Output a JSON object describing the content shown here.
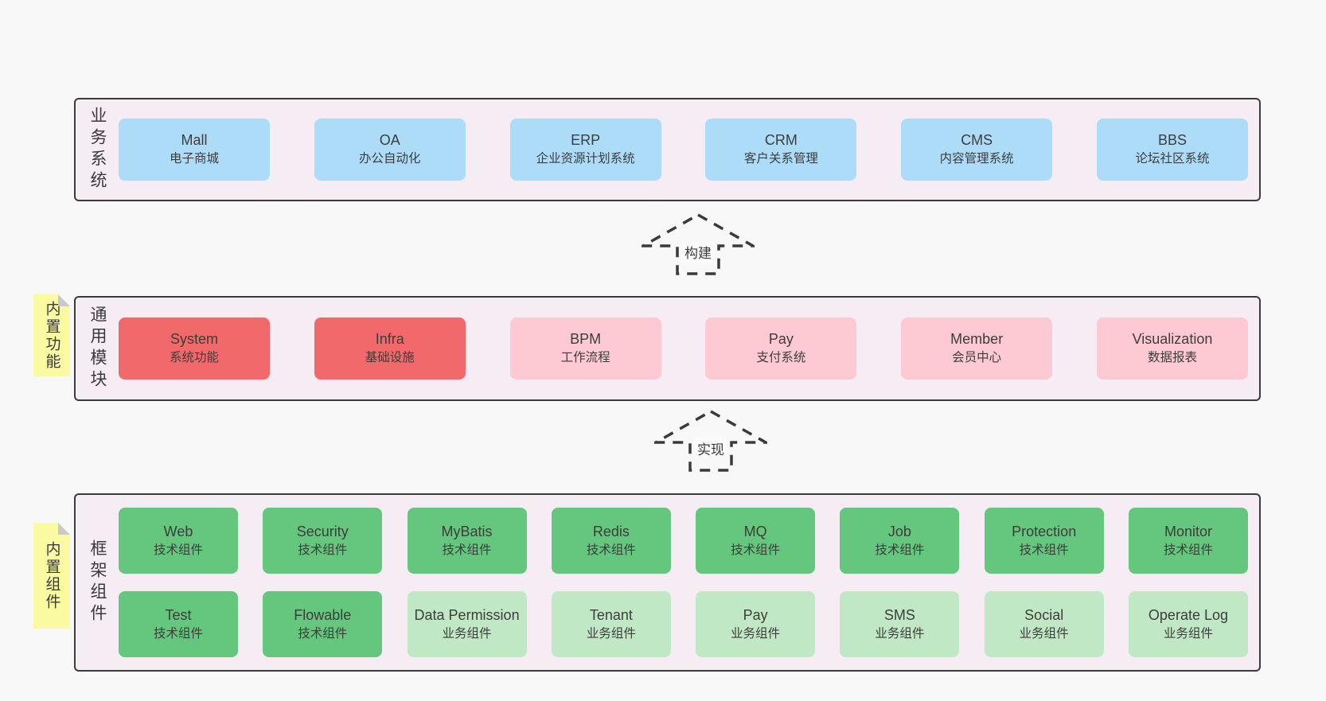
{
  "diagram": {
    "background": "#f8f8f8",
    "container_fill": "#f6ecf3",
    "container_border": "#3b3b3b"
  },
  "palette": {
    "blue": "#addcf9",
    "red": "#f1696a",
    "pink": "#fdc9d3",
    "green": "#65c67d",
    "light_green": "#c1e8c5",
    "note_yellow": "#fafaa2"
  },
  "arrows": {
    "build": {
      "label": "构建"
    },
    "implement": {
      "label": "实现"
    }
  },
  "layers": {
    "business": {
      "label": "业务系统",
      "boxes": [
        {
          "name": "Mall",
          "subtitle": "电子商城",
          "color": "blue"
        },
        {
          "name": "OA",
          "subtitle": "办公自动化",
          "color": "blue"
        },
        {
          "name": "ERP",
          "subtitle": "企业资源计划系统",
          "color": "blue"
        },
        {
          "name": "CRM",
          "subtitle": "客户关系管理",
          "color": "blue"
        },
        {
          "name": "CMS",
          "subtitle": "内容管理系统",
          "color": "blue"
        },
        {
          "name": "BBS",
          "subtitle": "论坛社区系统",
          "color": "blue"
        }
      ]
    },
    "modules": {
      "label": "通用模块",
      "note": "内置功能",
      "boxes": [
        {
          "name": "System",
          "subtitle": "系统功能",
          "color": "red"
        },
        {
          "name": "Infra",
          "subtitle": "基础设施",
          "color": "red"
        },
        {
          "name": "BPM",
          "subtitle": "工作流程",
          "color": "pink"
        },
        {
          "name": "Pay",
          "subtitle": "支付系统",
          "color": "pink"
        },
        {
          "name": "Member",
          "subtitle": "会员中心",
          "color": "pink"
        },
        {
          "name": "Visualization",
          "subtitle": "数据报表",
          "color": "pink"
        }
      ]
    },
    "components": {
      "label": "框架组件",
      "note": "内置组件",
      "row1": [
        {
          "name": "Web",
          "subtitle": "技术组件",
          "color": "green"
        },
        {
          "name": "Security",
          "subtitle": "技术组件",
          "color": "green"
        },
        {
          "name": "MyBatis",
          "subtitle": "技术组件",
          "color": "green"
        },
        {
          "name": "Redis",
          "subtitle": "技术组件",
          "color": "green"
        },
        {
          "name": "MQ",
          "subtitle": "技术组件",
          "color": "green"
        },
        {
          "name": "Job",
          "subtitle": "技术组件",
          "color": "green"
        },
        {
          "name": "Protection",
          "subtitle": "技术组件",
          "color": "green"
        },
        {
          "name": "Monitor",
          "subtitle": "技术组件",
          "color": "green"
        }
      ],
      "row2": [
        {
          "name": "Test",
          "subtitle": "技术组件",
          "color": "green"
        },
        {
          "name": "Flowable",
          "subtitle": "技术组件",
          "color": "green"
        },
        {
          "name": "Data Permission",
          "subtitle": "业务组件",
          "color": "light_green"
        },
        {
          "name": "Tenant",
          "subtitle": "业务组件",
          "color": "light_green"
        },
        {
          "name": "Pay",
          "subtitle": "业务组件",
          "color": "light_green"
        },
        {
          "name": "SMS",
          "subtitle": "业务组件",
          "color": "light_green"
        },
        {
          "name": "Social",
          "subtitle": "业务组件",
          "color": "light_green"
        },
        {
          "name": "Operate Log",
          "subtitle": "业务组件",
          "color": "light_green"
        }
      ]
    }
  }
}
